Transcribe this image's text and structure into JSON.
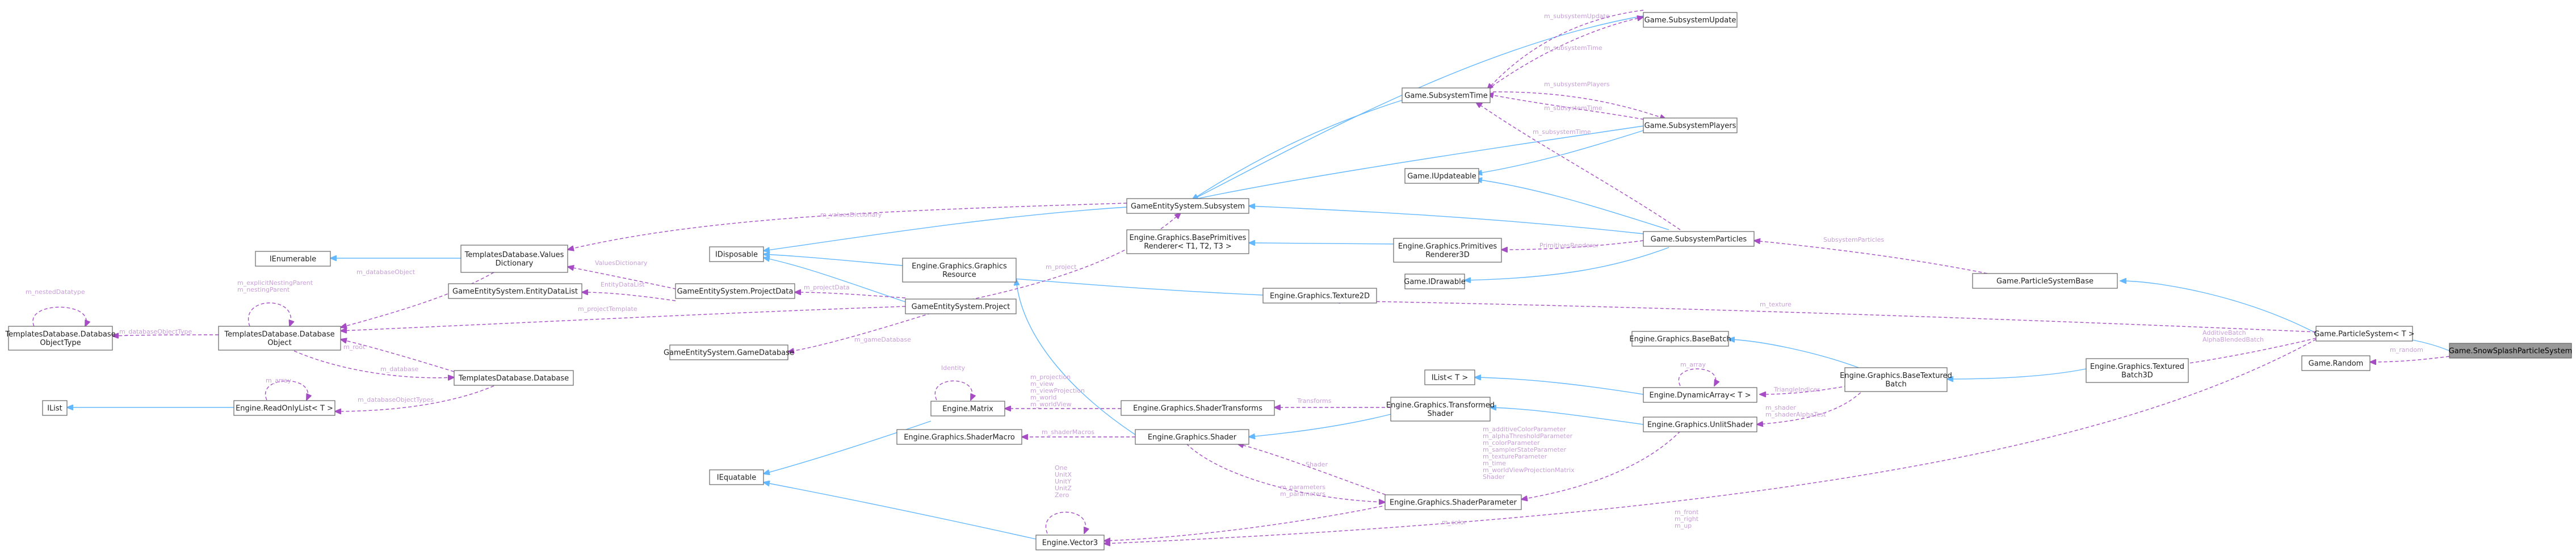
{
  "colors": {
    "inherit": "#63b8ff",
    "usage": "#a64dc5",
    "label": "#c8a0d8",
    "highlight": "#999999"
  },
  "nodes": {
    "subsystemUpdate": [
      "Game.SubsystemUpdate"
    ],
    "subsystemTime": [
      "Game.SubsystemTime"
    ],
    "subsystemPlayers": [
      "Game.SubsystemPlayers"
    ],
    "iUpdateable": [
      "Game.IUpdateable"
    ],
    "engineSubsystem": [
      "GameEntitySystem.Subsystem"
    ],
    "primitivesRendererBase": [
      "Engine.Graphics.BasePrimitives",
      "Renderer< T1, T2, T3 >"
    ],
    "primitivesRenderer3D": [
      "Engine.Graphics.Primitives",
      "Renderer3D"
    ],
    "subsystemParticles": [
      "Game.SubsystemParticles"
    ],
    "iDrawable": [
      "Game.IDrawable"
    ],
    "particleSystemBase": [
      "Game.ParticleSystemBase"
    ],
    "iEnumerable": [
      "IEnumerable"
    ],
    "valuesDictionary": [
      "TemplatesDatabase.Values",
      "Dictionary"
    ],
    "iDisposable": [
      "IDisposable"
    ],
    "graphicsResource": [
      "Engine.Graphics.Graphics",
      "Resource"
    ],
    "texture2D": [
      "Engine.Graphics.Texture2D"
    ],
    "entityDataList": [
      "GameEntitySystem.EntityDataList"
    ],
    "projectData": [
      "GameEntitySystem.ProjectData"
    ],
    "project": [
      "GameEntitySystem.Project"
    ],
    "dbObjectType": [
      "TemplatesDatabase.Database",
      "ObjectType"
    ],
    "dbObject": [
      "TemplatesDatabase.Database",
      "Object"
    ],
    "gameDatabase": [
      "GameEntitySystem.GameDatabase"
    ],
    "particleSystem": [
      "Game.ParticleSystem< T >"
    ],
    "snowSplash": [
      "Game.SnowSplashParticleSystem"
    ],
    "gameRandom": [
      "Game.Random"
    ],
    "texturedBatch3D": [
      "Engine.Graphics.Textured",
      "Batch3D"
    ],
    "baseBatch": [
      "Engine.Graphics.BaseBatch"
    ],
    "baseTexturedBatch": [
      "Engine.Graphics.BaseTextured",
      "Batch"
    ],
    "iList": [
      "IList"
    ],
    "readOnlyList": [
      "Engine.ReadOnlyList< T >"
    ],
    "database": [
      "TemplatesDatabase.Database"
    ],
    "matrix": [
      "Engine.Matrix"
    ],
    "shaderTransforms": [
      "Engine.Graphics.ShaderTransforms"
    ],
    "iListT": [
      "IList< T >"
    ],
    "dynamicArray": [
      "Engine.DynamicArray< T >"
    ],
    "transformedShader": [
      "Engine.Graphics.Transformed",
      "Shader"
    ],
    "unlitShader": [
      "Engine.Graphics.UnlitShader"
    ],
    "shaderMacro": [
      "Engine.Graphics.ShaderMacro"
    ],
    "shader": [
      "Engine.Graphics.Shader"
    ],
    "iEquatable": [
      "IEquatable"
    ],
    "shaderParameter": [
      "Engine.Graphics.ShaderParameter"
    ],
    "vector3": [
      "Engine.Vector3"
    ]
  },
  "labels": {
    "e1": [
      "m_subsystemUpdate"
    ],
    "e2": [
      "m_subsystemTime"
    ],
    "e3": [
      "m_subsystemPlayers"
    ],
    "e4": [
      "m_subsystemTime"
    ],
    "e5": [
      "m_subsystemTime"
    ],
    "e6": [
      "m_valuesDictionary"
    ],
    "e7": [
      "m_project"
    ],
    "e8": [
      "PrimitivesRenderer"
    ],
    "e9": [
      "SubsystemParticles"
    ],
    "e10": [
      "m_databaseObject"
    ],
    "e11": [
      "ValuesDictionary"
    ],
    "e12": [
      "EntityDataList"
    ],
    "e13": [
      "m_projectData"
    ],
    "e14": [
      "m_projectTemplate"
    ],
    "e15": [
      "m_gameDatabase"
    ],
    "e16": [
      "m_texture"
    ],
    "e17": [
      "m_random"
    ],
    "e18": [
      "AdditiveBatch",
      "AlphaBlendedBatch"
    ],
    "e19": [
      "m_nestedDatatype"
    ],
    "e20": [
      "m_explicitNestingParent",
      "m_nestingParent"
    ],
    "e21": [
      "m_databaseObjectType"
    ],
    "e22": [
      "m_root"
    ],
    "e23": [
      "m_database"
    ],
    "e24": [
      "m_array"
    ],
    "e25": [
      "m_databaseObjectTypes"
    ],
    "e26": [
      "Identity"
    ],
    "e27": [
      "m_projection",
      "m_view",
      "m_viewProjection",
      "m_world",
      "m_worldView"
    ],
    "e28": [
      "Transforms"
    ],
    "e29": [
      "m_array"
    ],
    "e30": [
      "TriangleIndices"
    ],
    "e31": [
      "m_shader",
      "m_shaderAlphaTest"
    ],
    "e32": [
      "m_shaderMacros"
    ],
    "e33": [
      "m_additiveColorParameter",
      "m_alphaThresholdParameter",
      "m_colorParameter",
      "m_samplerStateParameter",
      "m_textureParameter",
      "m_time",
      "m_worldViewProjectionMatrix",
      "Shader"
    ],
    "e34": [
      "Shader"
    ],
    "e35": [
      "m_parameters",
      "m_parameters"
    ],
    "e36": [
      "One",
      "UnitX",
      "UnitY",
      "UnitZ",
      "Zero"
    ],
    "e37": [
      "m_color"
    ],
    "e38": [
      "m_front",
      "m_right",
      "m_up"
    ]
  }
}
